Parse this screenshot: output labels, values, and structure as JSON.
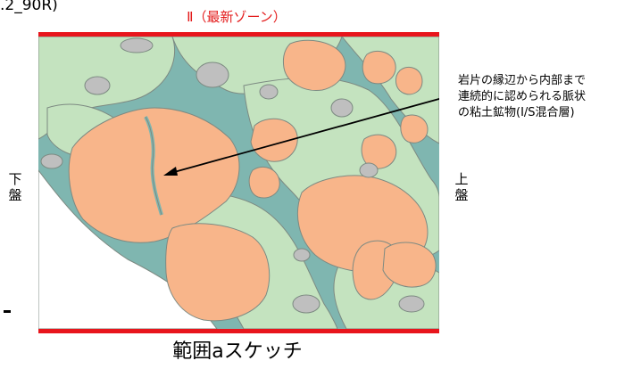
{
  "corner_label": ".2_90R)",
  "zone_label": "Ⅱ（最新ゾーン）",
  "side_labels": {
    "lower": "下盤",
    "upper": "上盤"
  },
  "annotation": {
    "lines": [
      "岩片の縁辺から内部まで",
      "連続的に認められる脈状",
      "の粘土鉱物(I/S混合層)"
    ]
  },
  "caption": "範囲aスケッチ",
  "colors": {
    "red_bar": "#e8151c",
    "zone_label": "#e31b1b",
    "matrix_teal": "#7fb6b0",
    "clay_green": "#c4e3bf",
    "rock_orange": "#f8b58a",
    "clast_gray": "#bfbfbf",
    "outline": "#7d8a82"
  }
}
